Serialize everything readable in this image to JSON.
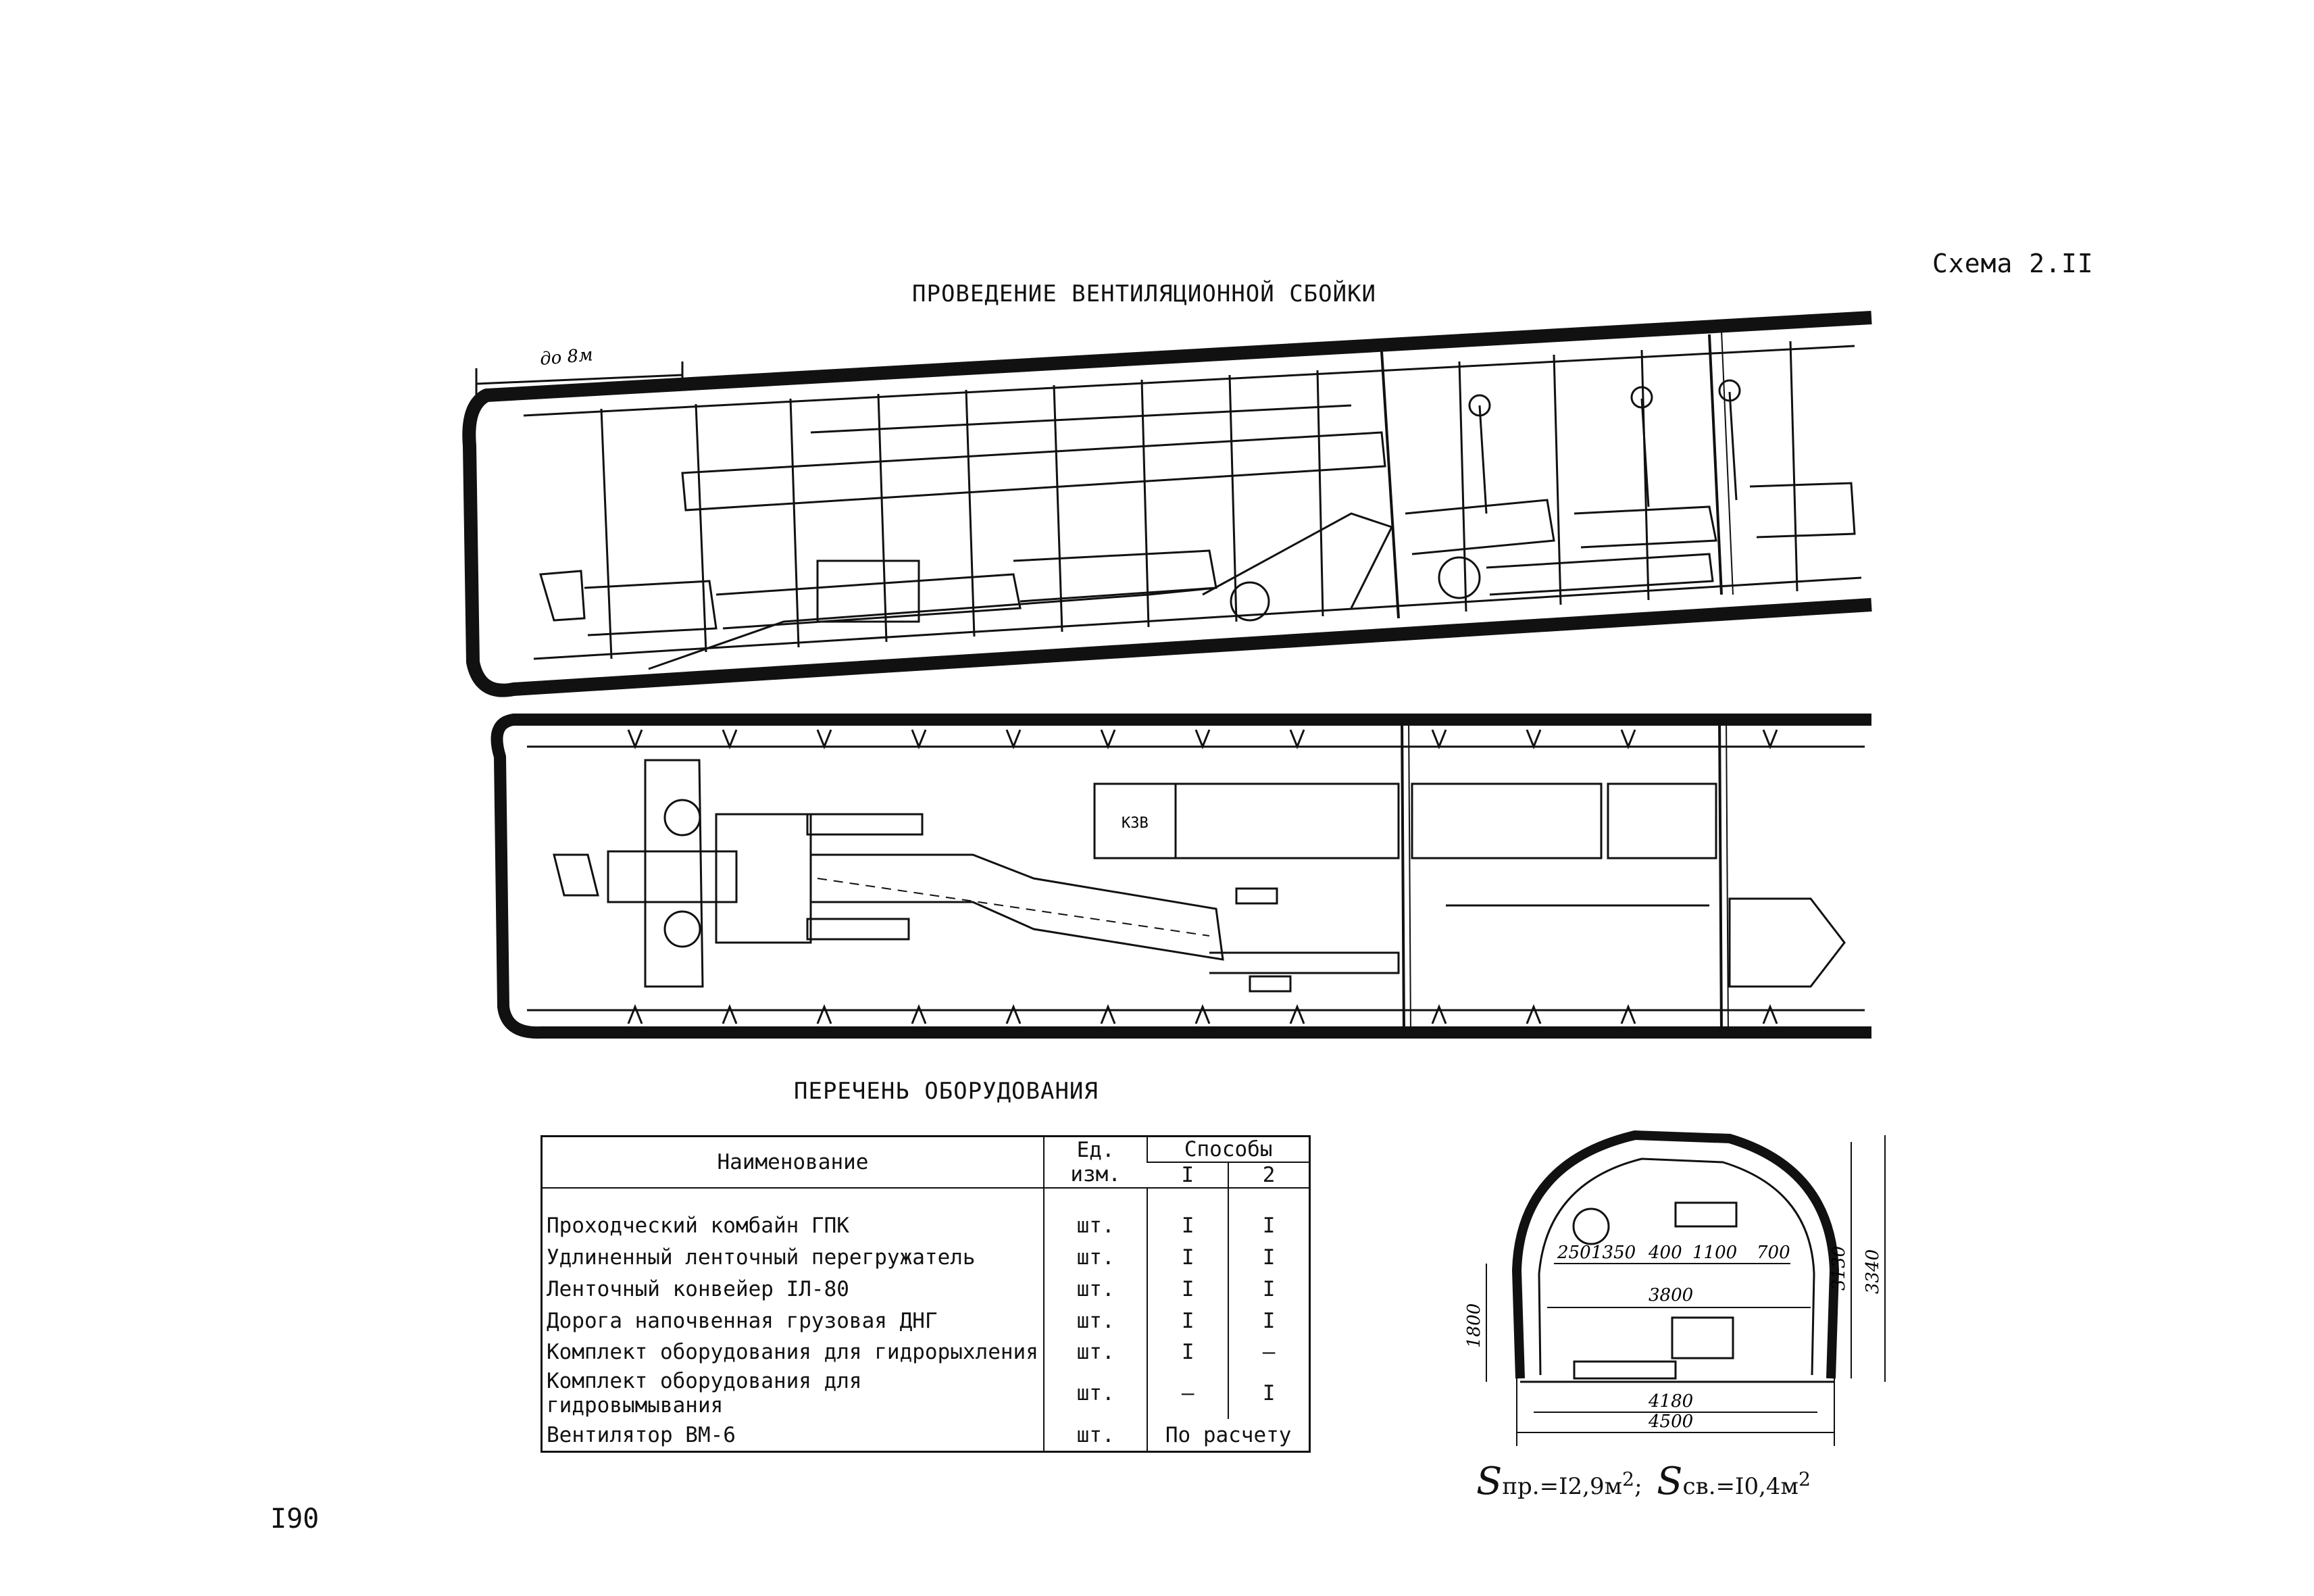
{
  "scheme_label": "Схема 2.II",
  "main_title": "ПРОВЕДЕНИЕ ВЕНТИЛЯЦИОННОЙ СБОЙКИ",
  "drawing": {
    "length_note": "до 8м",
    "box_label": "КЗВ"
  },
  "equipment_list": {
    "title": "ПЕРЕЧЕНЬ ОБОРУДОВАНИЯ",
    "headers": {
      "name": "Наименование",
      "unit_line1": "Ед.",
      "unit_line2": "изм.",
      "methods": "Способы",
      "method1": "I",
      "method2": "2"
    },
    "rows": [
      {
        "name": "Проходческий комбайн ГПК",
        "unit": "шт.",
        "m1": "I",
        "m2": "I"
      },
      {
        "name": "Удлиненный ленточный перегружатель",
        "unit": "шт.",
        "m1": "I",
        "m2": "I"
      },
      {
        "name": "Ленточный конвейер IЛ-80",
        "unit": "шт.",
        "m1": "I",
        "m2": "I"
      },
      {
        "name": "Дорога напочвенная грузовая ДНГ",
        "unit": "шт.",
        "m1": "I",
        "m2": "I"
      },
      {
        "name": "Комплект оборудования для гидрорыхления",
        "unit": "шт.",
        "m1": "I",
        "m2": "–"
      },
      {
        "name": "Комплект оборудования для гидровымывания",
        "unit": "шт.",
        "m1": "–",
        "m2": "I"
      }
    ],
    "last_row": {
      "name": "Вентилятор ВМ-6",
      "unit": "шт.",
      "merged": "По расчету"
    }
  },
  "cross_section": {
    "dims": {
      "d250": "250",
      "d1350": "1350",
      "d400": "400",
      "d1100": "1100",
      "d700": "700",
      "d3800": "3800",
      "d4180": "4180",
      "d4500": "4500",
      "d1800": "1800",
      "d3130": "3130",
      "d3340": "3340"
    },
    "area_prefix_s": "S",
    "area_net_sub": "пр.",
    "area_net_value": "=I2,9м",
    "area_exp": "2",
    "area_sep": ";",
    "area_clear_sub": "св.",
    "area_clear_value": "=I0,4м"
  },
  "page_number": "I90"
}
